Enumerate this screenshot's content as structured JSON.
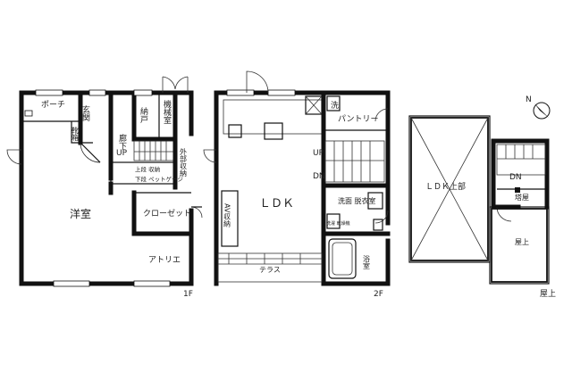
{
  "floors": {
    "first": {
      "label": "1F",
      "rooms": {
        "porch": "ポーチ",
        "entrance": "玄関",
        "shoe_storage": "靴箱",
        "storage": "納戸",
        "mechanical_room": "機械室",
        "hallway": "廊下",
        "up": "UP",
        "outdoor_storage": "外部収納",
        "upper_storage": "上段 収納",
        "lower_pet_cage": "下段 ペットゲージ",
        "western_room": "洋室",
        "closet": "クローゼット",
        "atelier": "アトリエ"
      }
    },
    "second": {
      "label": "2F",
      "rooms": {
        "washer": "洗",
        "pantry": "パントリー",
        "up": "UP",
        "dn": "DN",
        "ldk": "ＬＤＫ",
        "av_storage": "AV収納",
        "washroom_dressing": "洗面 脱衣室",
        "washer_pan": "洗濯 乾燥機",
        "bathroom": "浴室",
        "terrace": "テラス"
      }
    },
    "roof": {
      "label": "屋上",
      "rooms": {
        "ldk_upper": "ＬＤＫ上部",
        "dn": "DN",
        "penthouse": "塔屋",
        "rooftop": "屋上"
      }
    }
  },
  "icons": {
    "compass": "north-arrow-icon",
    "compass_letter": "N"
  }
}
